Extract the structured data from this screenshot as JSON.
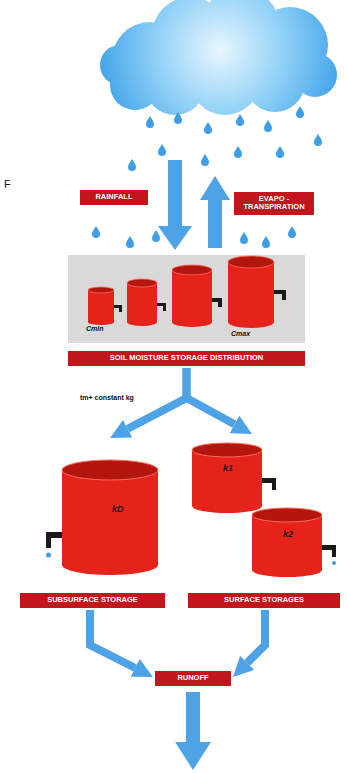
{
  "diagram": {
    "nodes": [
      {
        "text": [
          "RAINFALL"
        ]
      },
      {
        "text": [
          "EVAPO - TRANSPIRATION"
        ]
      },
      {
        "text": [
          "SOIL MOISTURE STORAGE DISTRIBUTION"
        ]
      },
      {
        "text": [
          "SUBSURFACE STORAGE"
        ]
      },
      {
        "text": [
          "SURFACE STORAGES"
        ]
      },
      {
        "text": [
          "RUNOFF"
        ]
      }
    ],
    "edges": [
      {
        "from": 2,
        "to": 3,
        "arrow": "to"
      },
      {
        "from": 2,
        "to": 4,
        "arrow": "to"
      },
      {
        "from": 3,
        "to": 5,
        "arrow": "to"
      },
      {
        "from": 4,
        "to": 5,
        "arrow": "to"
      }
    ],
    "labels": [
      "F",
      "Cmin",
      "Cmax",
      "tm+ constant kg",
      "kD",
      "k1",
      "k2"
    ]
  }
}
